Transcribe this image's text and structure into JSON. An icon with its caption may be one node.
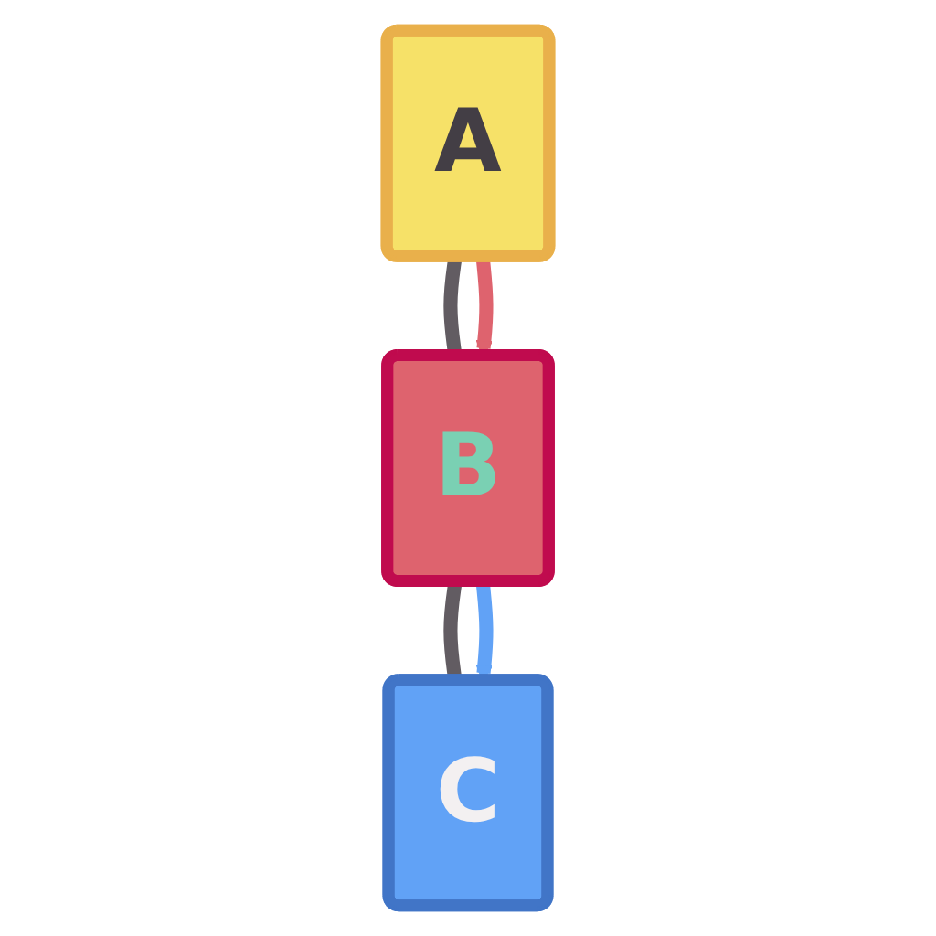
{
  "diagram": {
    "nodes": [
      {
        "text": [
          "A"
        ]
      },
      {
        "text": [
          "B"
        ]
      },
      {
        "text": [
          "C"
        ]
      }
    ],
    "edges": [
      {
        "from": 0,
        "to": 1,
        "arrow": "none"
      },
      {
        "from": 0,
        "to": 1,
        "arrow": "to",
        "color": "#de636e"
      },
      {
        "from": 1,
        "to": 2,
        "arrow": "none"
      },
      {
        "from": 1,
        "to": 2,
        "arrow": "to",
        "color": "#61a2f6"
      }
    ]
  }
}
